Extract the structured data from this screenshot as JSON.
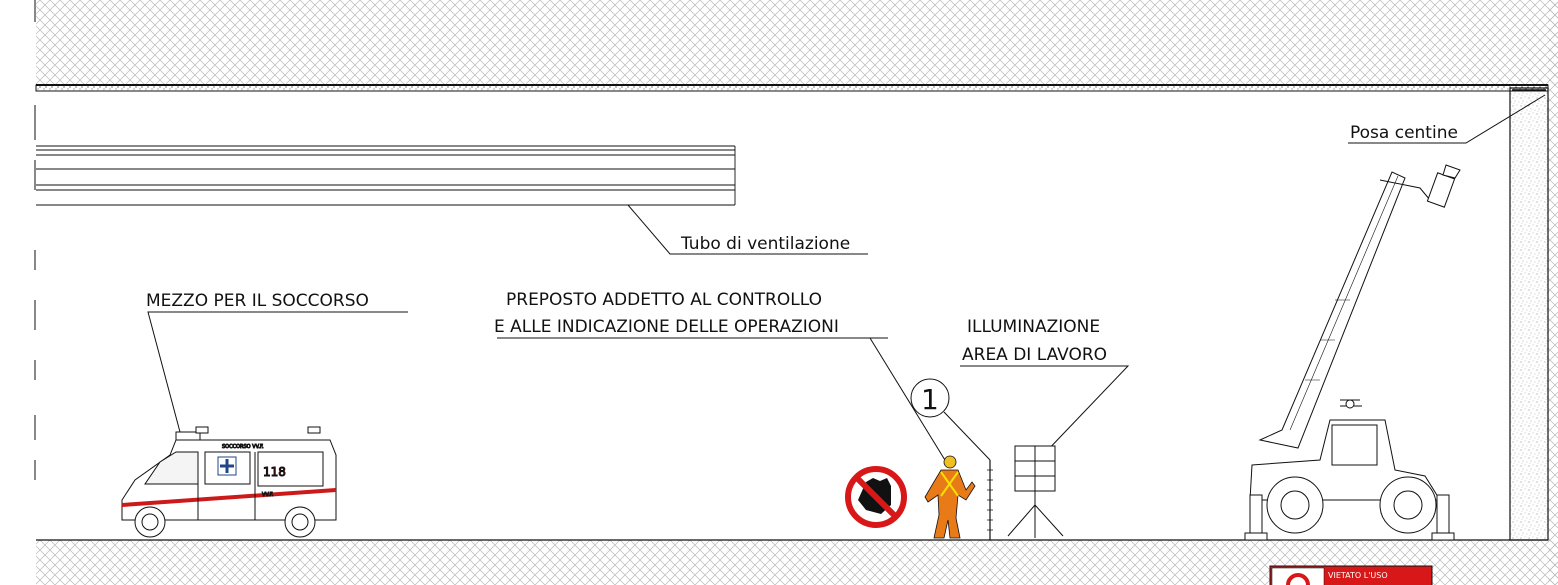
{
  "labels": {
    "posa": "Posa centine",
    "tubo": "Tubo di ventilazione",
    "mezzo": "MEZZO PER IL SOCCORSO",
    "preposto_line1": "PREPOSTO ADDETTO AL CONTROLLO",
    "preposto_line2": "E ALLE INDICAZIONE DELLE OPERAZIONI",
    "illum_line1": "ILLUMINAZIONE",
    "illum_line2": "AREA DI LAVORO",
    "marker": "1",
    "ambulance_number": "118",
    "ambulance_roof_text": "SOCCORSO VV.F.",
    "ambulance_band_text": "VV.F.",
    "vietato": "VIETATO L'USO"
  },
  "icons": {
    "hatch_pattern": "diagonal-cross-hatch",
    "rock_wall_texture": "stipple",
    "ambulance": "ambulance-icon",
    "worker": "worker-icon",
    "no_entry_sign": "prohibition-hand-icon",
    "lighting_tower": "lighting-tower-icon",
    "telehandler": "telehandler-icon"
  },
  "colors": {
    "line": "#111111",
    "worker_orange": "#e87a18",
    "worker_helmet": "#f0c020",
    "sign_red": "#d81818",
    "ambulance_stripe": "#cc1a1a"
  }
}
